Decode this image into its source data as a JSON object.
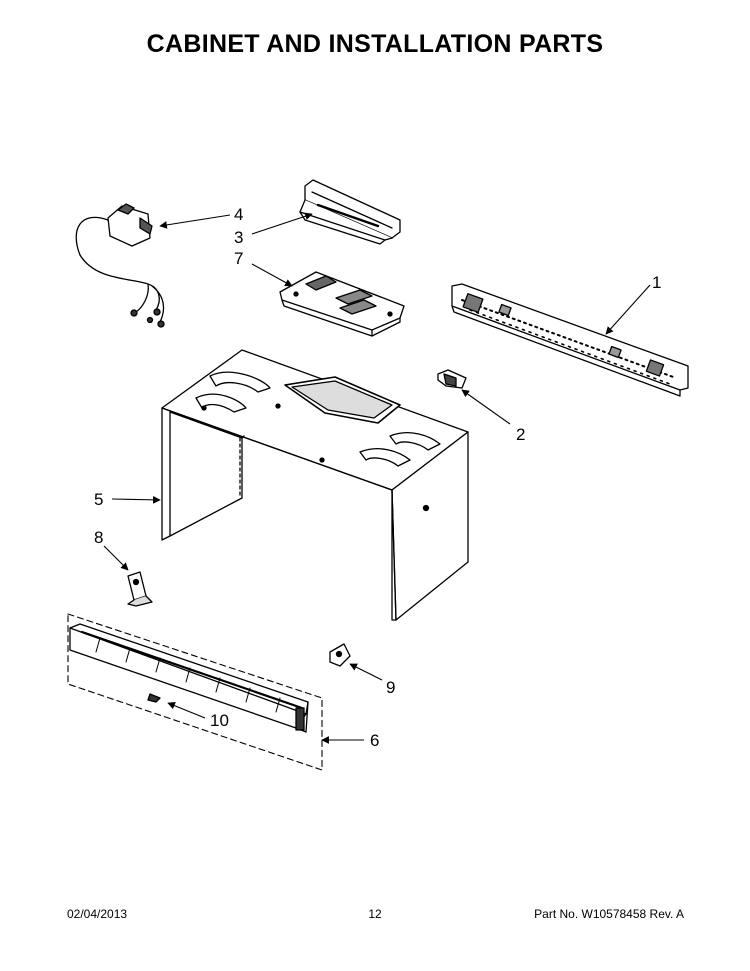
{
  "header": {
    "title": "CABINET AND INSTALLATION PARTS"
  },
  "callouts": {
    "c1": "1",
    "c2": "2",
    "c3": "3",
    "c4": "4",
    "c5": "5",
    "c6": "6",
    "c7": "7",
    "c8": "8",
    "c9": "9",
    "c10": "10"
  },
  "footer": {
    "date": "02/04/2013",
    "page": "12",
    "part_no": "Part No.  W10578458  Rev.  A"
  }
}
